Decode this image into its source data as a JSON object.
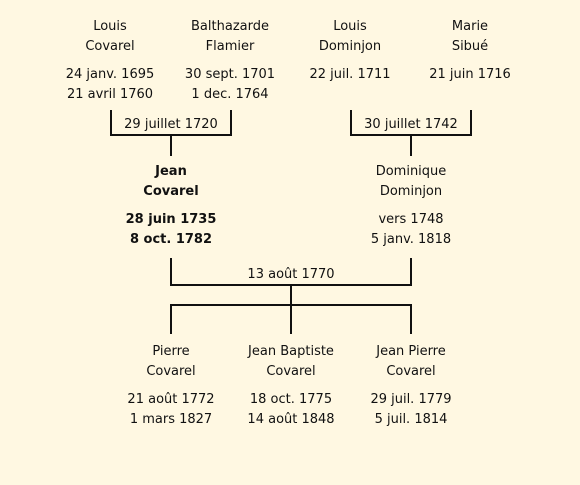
{
  "generation1": [
    {
      "first": "Louis",
      "last": "Covarel",
      "birth": "24 janv. 1695",
      "death": "21 avril 1760"
    },
    {
      "first": "Balthazarde",
      "last": "Flamier",
      "birth": "30 sept. 1701",
      "death": "1 dec. 1764"
    },
    {
      "first": "Louis",
      "last": "Dominjon",
      "birth": "22 juil. 1711",
      "death": ""
    },
    {
      "first": "Marie",
      "last": "Sibué",
      "birth": "21 juin 1716",
      "death": ""
    }
  ],
  "marriages1": [
    "29 juillet 1720",
    "30 juillet 1742"
  ],
  "generation2": [
    {
      "first": "Jean",
      "last": "Covarel",
      "birth": "28 juin 1735",
      "death": "8 oct. 1782"
    },
    {
      "first": "Dominique",
      "last": "Dominjon",
      "birth": "vers 1748",
      "death": "5 janv. 1818"
    }
  ],
  "marriage2": "13 août 1770",
  "generation3": [
    {
      "first": "Pierre",
      "last": "Covarel",
      "birth": "21 août 1772",
      "death": "1 mars 1827"
    },
    {
      "first": "Jean Baptiste",
      "last": "Covarel",
      "birth": "18 oct. 1775",
      "death": "14 août 1848"
    },
    {
      "first": "Jean Pierre",
      "last": "Covarel",
      "birth": "29 juil. 1779",
      "death": "5 juil. 1814"
    }
  ]
}
